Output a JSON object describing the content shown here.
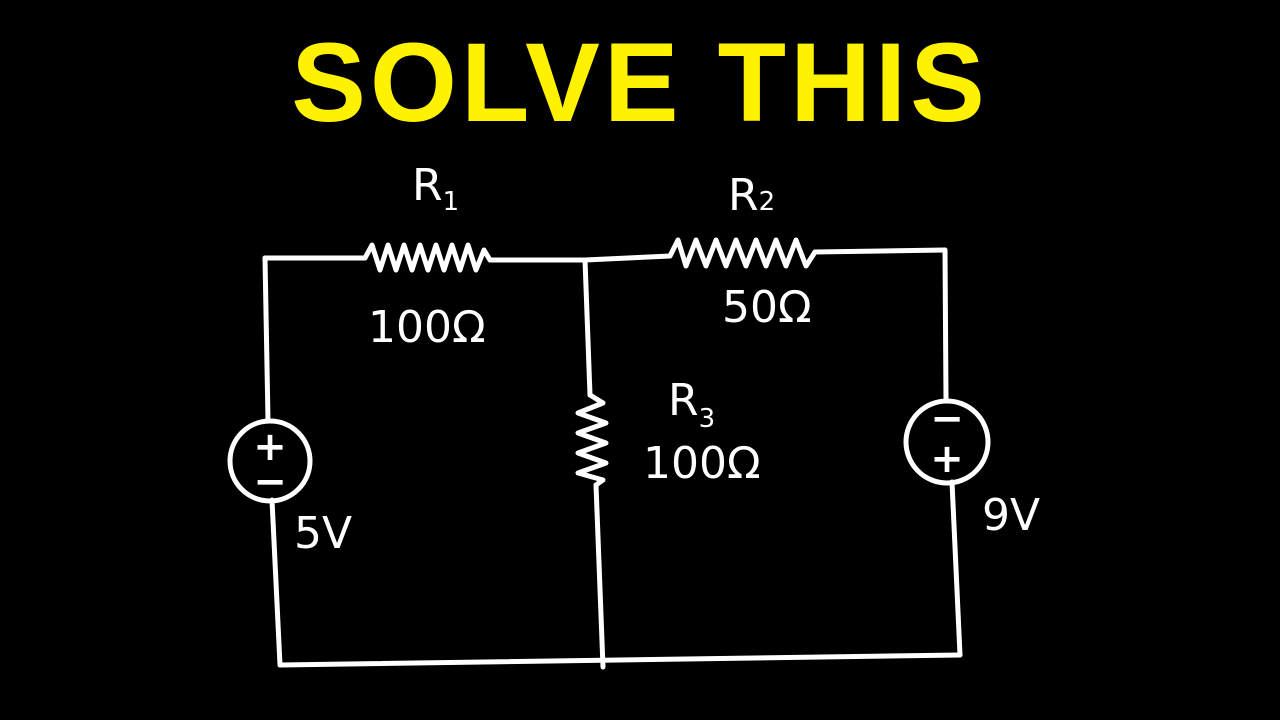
{
  "title": "SOLVE THIS",
  "components": {
    "r1": {
      "name": "R",
      "sub": "1",
      "value": "100Ω"
    },
    "r2": {
      "name": "R",
      "sub": "2",
      "value": "50Ω"
    },
    "r3": {
      "name": "R",
      "sub": "3",
      "value": "100Ω"
    },
    "v1": {
      "value": "5V",
      "top_sign": "+",
      "bottom_sign": "−"
    },
    "v2": {
      "value": "9V",
      "top_sign": "−",
      "bottom_sign": "+"
    }
  },
  "colors": {
    "title": "#fff200",
    "background": "#000000",
    "ink": "#ffffff"
  }
}
